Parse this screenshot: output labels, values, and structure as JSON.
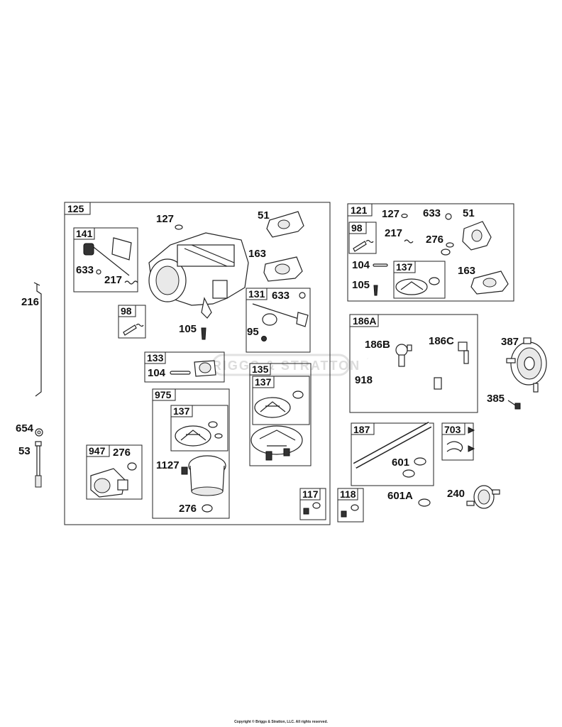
{
  "groups": {
    "g125": "125",
    "g141": "141",
    "g98a": "98",
    "g133": "133",
    "g975": "975",
    "g137a": "137",
    "g947": "947",
    "g131": "131",
    "g135": "135",
    "g137b": "137",
    "g117": "117",
    "g118": "118",
    "g121": "121",
    "g98b": "98",
    "g137c": "137",
    "g186a": "186A",
    "g187": "187",
    "g703": "703"
  },
  "labels": {
    "p216": "216",
    "p654": "654",
    "p53": "53",
    "p127a": "127",
    "p51a": "51",
    "p163a": "163",
    "p633a": "633",
    "p217a": "217",
    "p105a": "105",
    "p104a": "104",
    "p276a": "276",
    "p1127": "1127",
    "p276b": "276",
    "p633b": "633",
    "p95": "95",
    "p127b": "127",
    "p633c": "633",
    "p51b": "51",
    "p217b": "217",
    "p276c": "276",
    "p104b": "104",
    "p105b": "105",
    "p163b": "163",
    "p186b": "186B",
    "p186c": "186C",
    "p918": "918",
    "p387": "387",
    "p385": "385",
    "p601": "601",
    "p601a": "601A",
    "p240": "240"
  },
  "watermark": "BRIGGS & STRATTON",
  "copyright": "Copyright © Briggs & Stratton, LLC. All rights reserved."
}
